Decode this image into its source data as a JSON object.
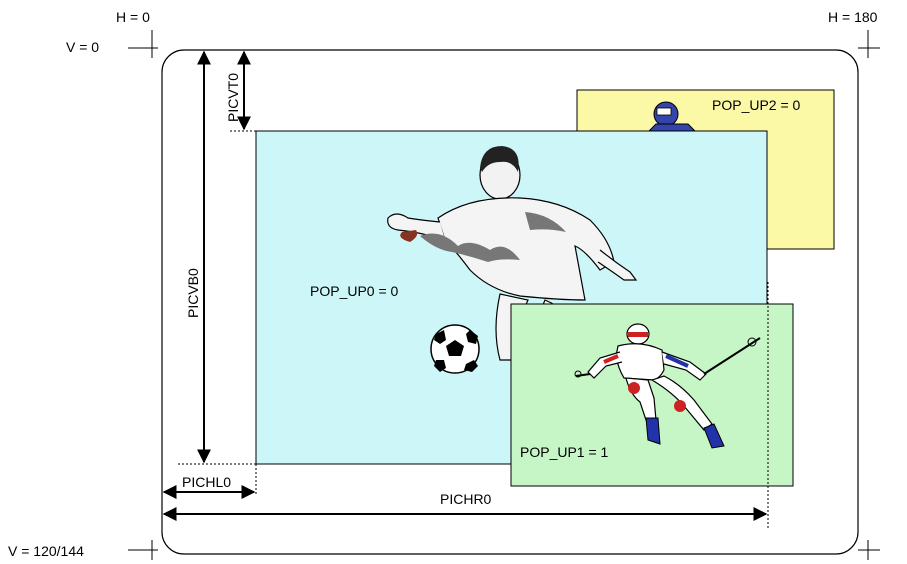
{
  "axes": {
    "h_start": "H = 0",
    "h_end": "H = 180",
    "v_start": "V = 0",
    "v_end": "V = 120/144"
  },
  "windows": {
    "popup0": {
      "label": "POP_UP0 = 0",
      "color": "#cdf6f8"
    },
    "popup1": {
      "label": "POP_UP1 = 1",
      "color": "#c6f5c6"
    },
    "popup2": {
      "label": "POP_UP2 = 0",
      "color": "#fbf8a6"
    }
  },
  "dimensions": {
    "picvt0": "PICVT0",
    "picvb0": "PICVB0",
    "pichl0": "PICHL0",
    "pichr0": "PICHR0"
  }
}
